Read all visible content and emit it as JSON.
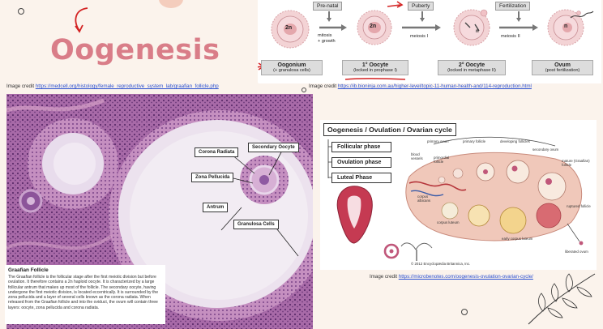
{
  "title": "Oogenesis",
  "credits": {
    "left": {
      "prefix": "Image credit ",
      "link": "https://medcell.org/histology/female_reproductive_system_lab/graafian_follicle.php"
    },
    "right": {
      "prefix": "Image credit ",
      "link": "https://ib.bioninja.com.au/higher-level/topic-11-human-health-and/114-reproduction.html"
    },
    "bottom": {
      "prefix": "Image credit ",
      "link": "https://microbenotes.com/oogenesis-ovulation-ovarian-cycle/"
    }
  },
  "stages": {
    "headers": {
      "prenatal": "Pre-natal",
      "puberty": "Puberty",
      "fertilization": "Fertilization"
    },
    "transitions": {
      "mitosis": "mitosis",
      "growth": "+ growth",
      "meiosis1": "meiosis I",
      "meiosis2": "meiosis II"
    },
    "cells": {
      "oogonium": {
        "name": "Oogonium",
        "sub": "(+ granulosa cells)",
        "ploidy": "2n"
      },
      "primary": {
        "name": "1° Oocyte",
        "sub": "(locked in prophase I)",
        "ploidy": "2n"
      },
      "secondary": {
        "name": "2° Oocyte",
        "sub": "(locked in metaphase II)",
        "ploidy": "n"
      },
      "ovum": {
        "name": "Ovum",
        "sub": "(post fertilization)",
        "ploidy": "n"
      }
    }
  },
  "histology": {
    "labels": {
      "corona": "Corona Radiata",
      "secondary": "Secondary Oocyte",
      "pellucida": "Zona Pellucida",
      "antrum": "Antrum",
      "granulosa": "Granulosa Cells"
    },
    "graafian": {
      "title": "Graafian Follicle",
      "desc": "The Graafian follicle is the follicular stage after the first meiotic division but before ovulation. It therefore contains a 2n haploid oocyte. It is characterized by a large follicular antrum that makes up most of the follicle. The secondary oocyte, having undergone the first meiotic division, is located eccentrically. It is surrounded by the zona pellucida and a layer of several cells known as the corona radiata. When released from the Graafian follicle and into the oviduct, the ovum will contain three layers: oocyte, zona pellucida and corona radiata."
    }
  },
  "ovarian": {
    "title": "Oogenesis / Ovulation / Ovarian cycle",
    "phases": [
      "Follicular phase",
      "Ovulation phase",
      "Luteal Phase"
    ],
    "labels": {
      "primary_ovum": "primary ovum",
      "primary_follicle": "primary follicle",
      "developing": "developing follicles",
      "secondary_ovum": "secondary ovum",
      "mature": "mature (Graafian) follicle",
      "blood": "blood vessels",
      "primordial": "primordial follicle",
      "ruptured": "ruptured follicle",
      "corpus_albicans": "corpus albicans",
      "corpus_luteum": "corpus luteum",
      "early_luteum": "early corpus luteum",
      "liberated": "liberated ovum",
      "copyright": "© 2012 Encyclopædia Britannica, Inc."
    }
  },
  "colors": {
    "title": "#d97d88",
    "link": "#2a4fd0",
    "arrow_red": "#d32222",
    "cell_pink": "#f1c2c6"
  }
}
